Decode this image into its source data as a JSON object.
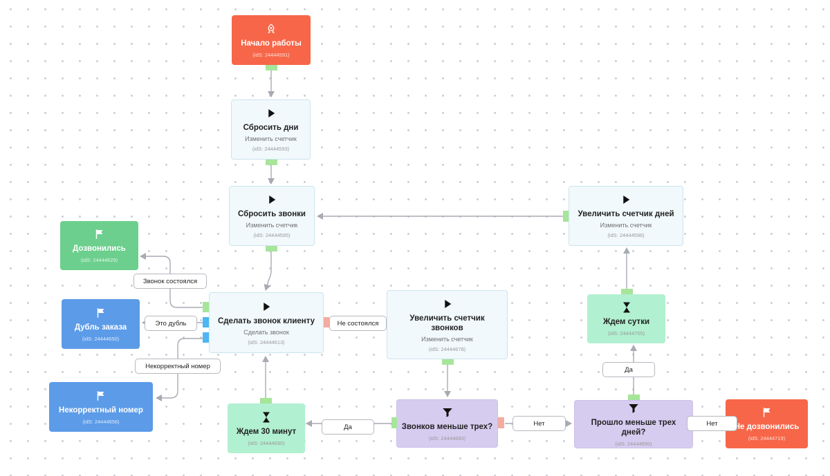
{
  "nodes": {
    "start": {
      "title": "Начало работы",
      "id": "(idS: 24444591)",
      "icon": "rocket-icon"
    },
    "reset_days": {
      "title": "Сбросить дни",
      "subtitle": "Изменить счетчик",
      "id": "(idS: 24444593)",
      "icon": "play-icon"
    },
    "reset_calls": {
      "title": "Сбросить звонки",
      "subtitle": "Изменить счетчик",
      "id": "(idS: 24444595)",
      "icon": "play-icon"
    },
    "inc_days": {
      "title": "Увеличить счетчик дней",
      "subtitle": "Изменить счетчик",
      "id": "(idS: 24444596)",
      "icon": "play-icon"
    },
    "reached": {
      "title": "Дозвонились",
      "id": "(idS: 24444629)",
      "icon": "flag-icon"
    },
    "duplicate": {
      "title": "Дубль заказа",
      "id": "(idS: 24444650)",
      "icon": "flag-icon"
    },
    "bad_number": {
      "title": "Некорректный номер",
      "id": "(idS: 24444656)",
      "icon": "flag-icon"
    },
    "call_client": {
      "title": "Сделать звонок клиенту",
      "subtitle": "Сделать звонок",
      "id": "(idS: 24444613)",
      "icon": "play-icon"
    },
    "inc_calls": {
      "title": "Увеличить счетчик звонков",
      "subtitle": "Изменить счетчик",
      "id": "(idS: 24444678)",
      "icon": "play-icon"
    },
    "wait_day": {
      "title": "Ждем сутки",
      "id": "(idS: 24444705)",
      "icon": "hourglass-icon"
    },
    "wait_30": {
      "title": "Ждем 30 минут",
      "id": "(idS: 24444690)",
      "icon": "hourglass-icon"
    },
    "calls_lt3": {
      "title": "Звонков меньше трех?",
      "id": "(idS: 24444683)",
      "icon": "filter-icon"
    },
    "days_lt3": {
      "title": "Прошло меньше трех дней?",
      "id": "(idS: 24444695)",
      "icon": "filter-icon"
    },
    "not_reached": {
      "title": "Не дозвонились",
      "id": "(idS: 24444719)",
      "icon": "flag-icon"
    }
  },
  "edge_labels": {
    "call_done": "Звонок состоялся",
    "dup": "Это дубль",
    "bad": "Некорректный номер",
    "not_done": "Не состоялся",
    "yes_wait30": "Да",
    "no_days": "Нет",
    "yes_waitday": "Да",
    "no_final": "Нет"
  },
  "colors": {
    "start": "#f76649",
    "action_bg": "#f1f9fc",
    "finish_success": "#6ccf8d",
    "finish_blue": "#5b9be8",
    "wait": "#b1f0d0",
    "condition": "#d6ccf0",
    "port_green": "#a6e59a",
    "port_blue": "#4db6f3",
    "port_red": "#f4aca1",
    "edge": "#a8aab3"
  }
}
